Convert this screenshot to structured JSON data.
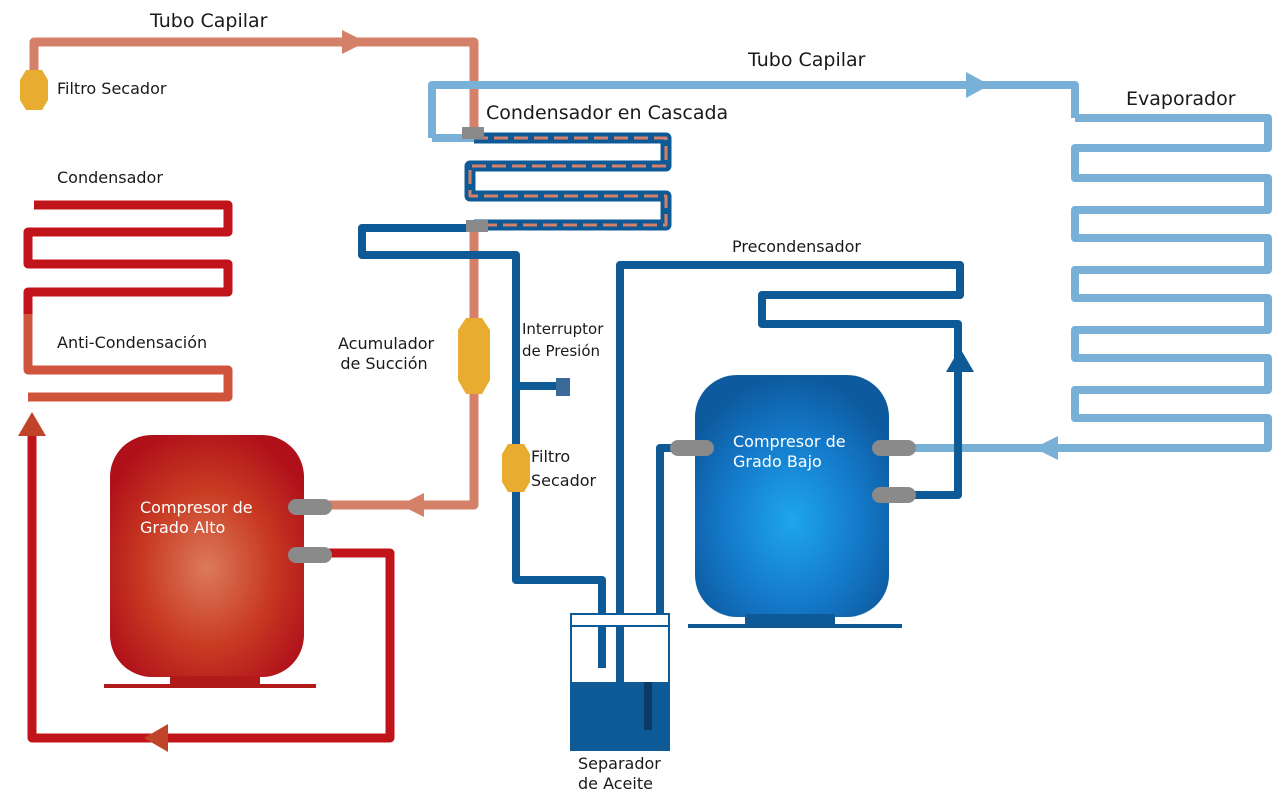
{
  "labels": {
    "tubo_capilar_top": "Tubo Capilar",
    "tubo_capilar_right": "Tubo Capilar",
    "filtro_secador_top": "Filtro Secador",
    "condensador_cascada": "Condensador en Cascada",
    "evaporador": "Evaporador",
    "condensador": "Condensador",
    "precondensador": "Precondensador",
    "anti_condensacion": "Anti-Condensación",
    "acumulador_line1": "Acumulador",
    "acumulador_line2": "de Succión",
    "interruptor_line1": "Interruptor",
    "interruptor_line2": "de Presión",
    "filtro_line1": "Filtro",
    "filtro_line2": "Secador",
    "separador_line1": "Separador",
    "separador_line2": "de Aceite"
  },
  "compressors": {
    "high": {
      "line1": "Compresor de",
      "line2": "Grado Alto"
    },
    "low": {
      "line1": "Compresor de",
      "line2": "Grado Bajo"
    }
  },
  "colors": {
    "high_stage_hot": "#c0141a",
    "high_stage_warm": "#d58068",
    "low_stage_dark": "#0d5a96",
    "low_stage_light": "#78b0d8",
    "filter": "#e8ad30",
    "fitting": "#8a8a8a"
  }
}
